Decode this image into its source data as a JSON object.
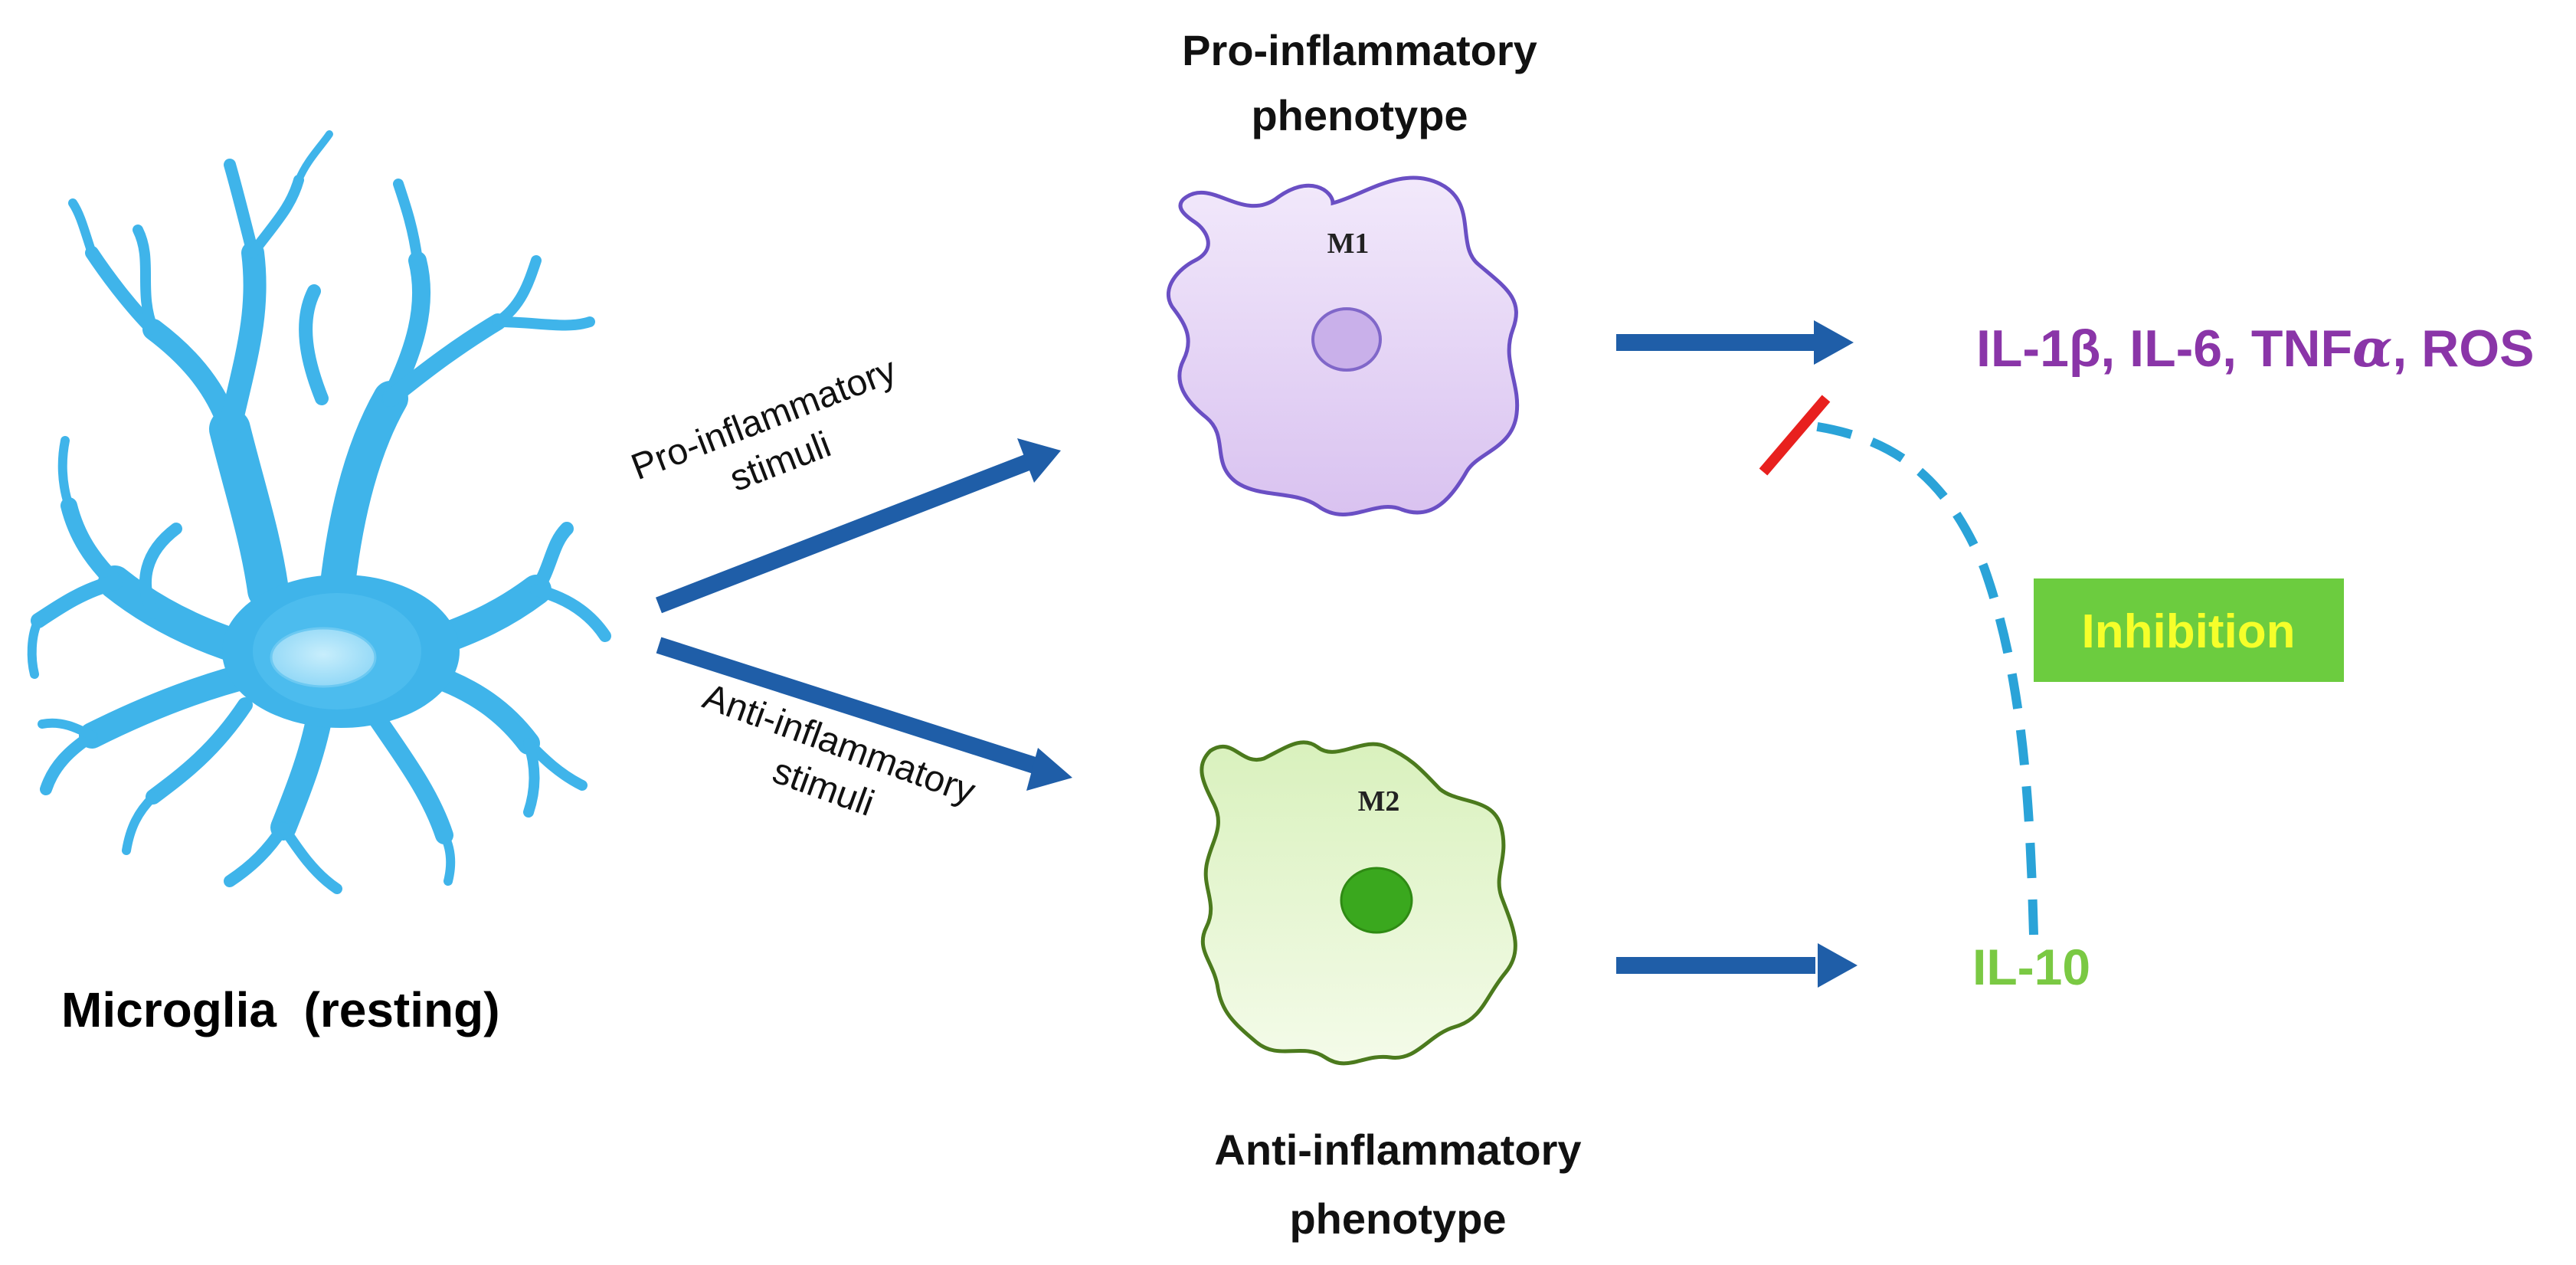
{
  "resting": {
    "label": "Microglia  (resting)"
  },
  "stimuli": {
    "pro_line1": "Pro-inflammatory",
    "pro_line2": "stimuli",
    "anti_line1": "Anti-inflammatory",
    "anti_line2": "stimuli"
  },
  "m1": {
    "cell_label": "M1",
    "title_line1": "Pro-inflammatory",
    "title_line2": "phenotype",
    "products_prefix": "IL-1β, IL-6, TNF",
    "products_alpha": "α",
    "products_suffix": ", ROS"
  },
  "m2": {
    "cell_label": "M2",
    "title_line1": "Anti-inflammatory",
    "title_line2": "phenotype",
    "product": "IL-10"
  },
  "inhibition": {
    "label": "Inhibition"
  },
  "colors": {
    "arrow_blue": "#1f5ea8",
    "microglia_blue": "#3fb4ea",
    "m1_fill": "#e3d2f4",
    "m1_outline": "#6a4fc4",
    "m1_nucleus": "#c9b0ea",
    "m2_fill": "#e6f6cf",
    "m2_outline": "#4b7a1d",
    "m2_nucleus": "#3aa81e",
    "pro_products": "#8a35a8",
    "il10_green": "#7ac943",
    "inhibition_bg": "#6ccc3f",
    "inhibition_text": "#f6ff2a",
    "dash_blue": "#2aa3d8",
    "inhibit_red": "#e8201e"
  }
}
